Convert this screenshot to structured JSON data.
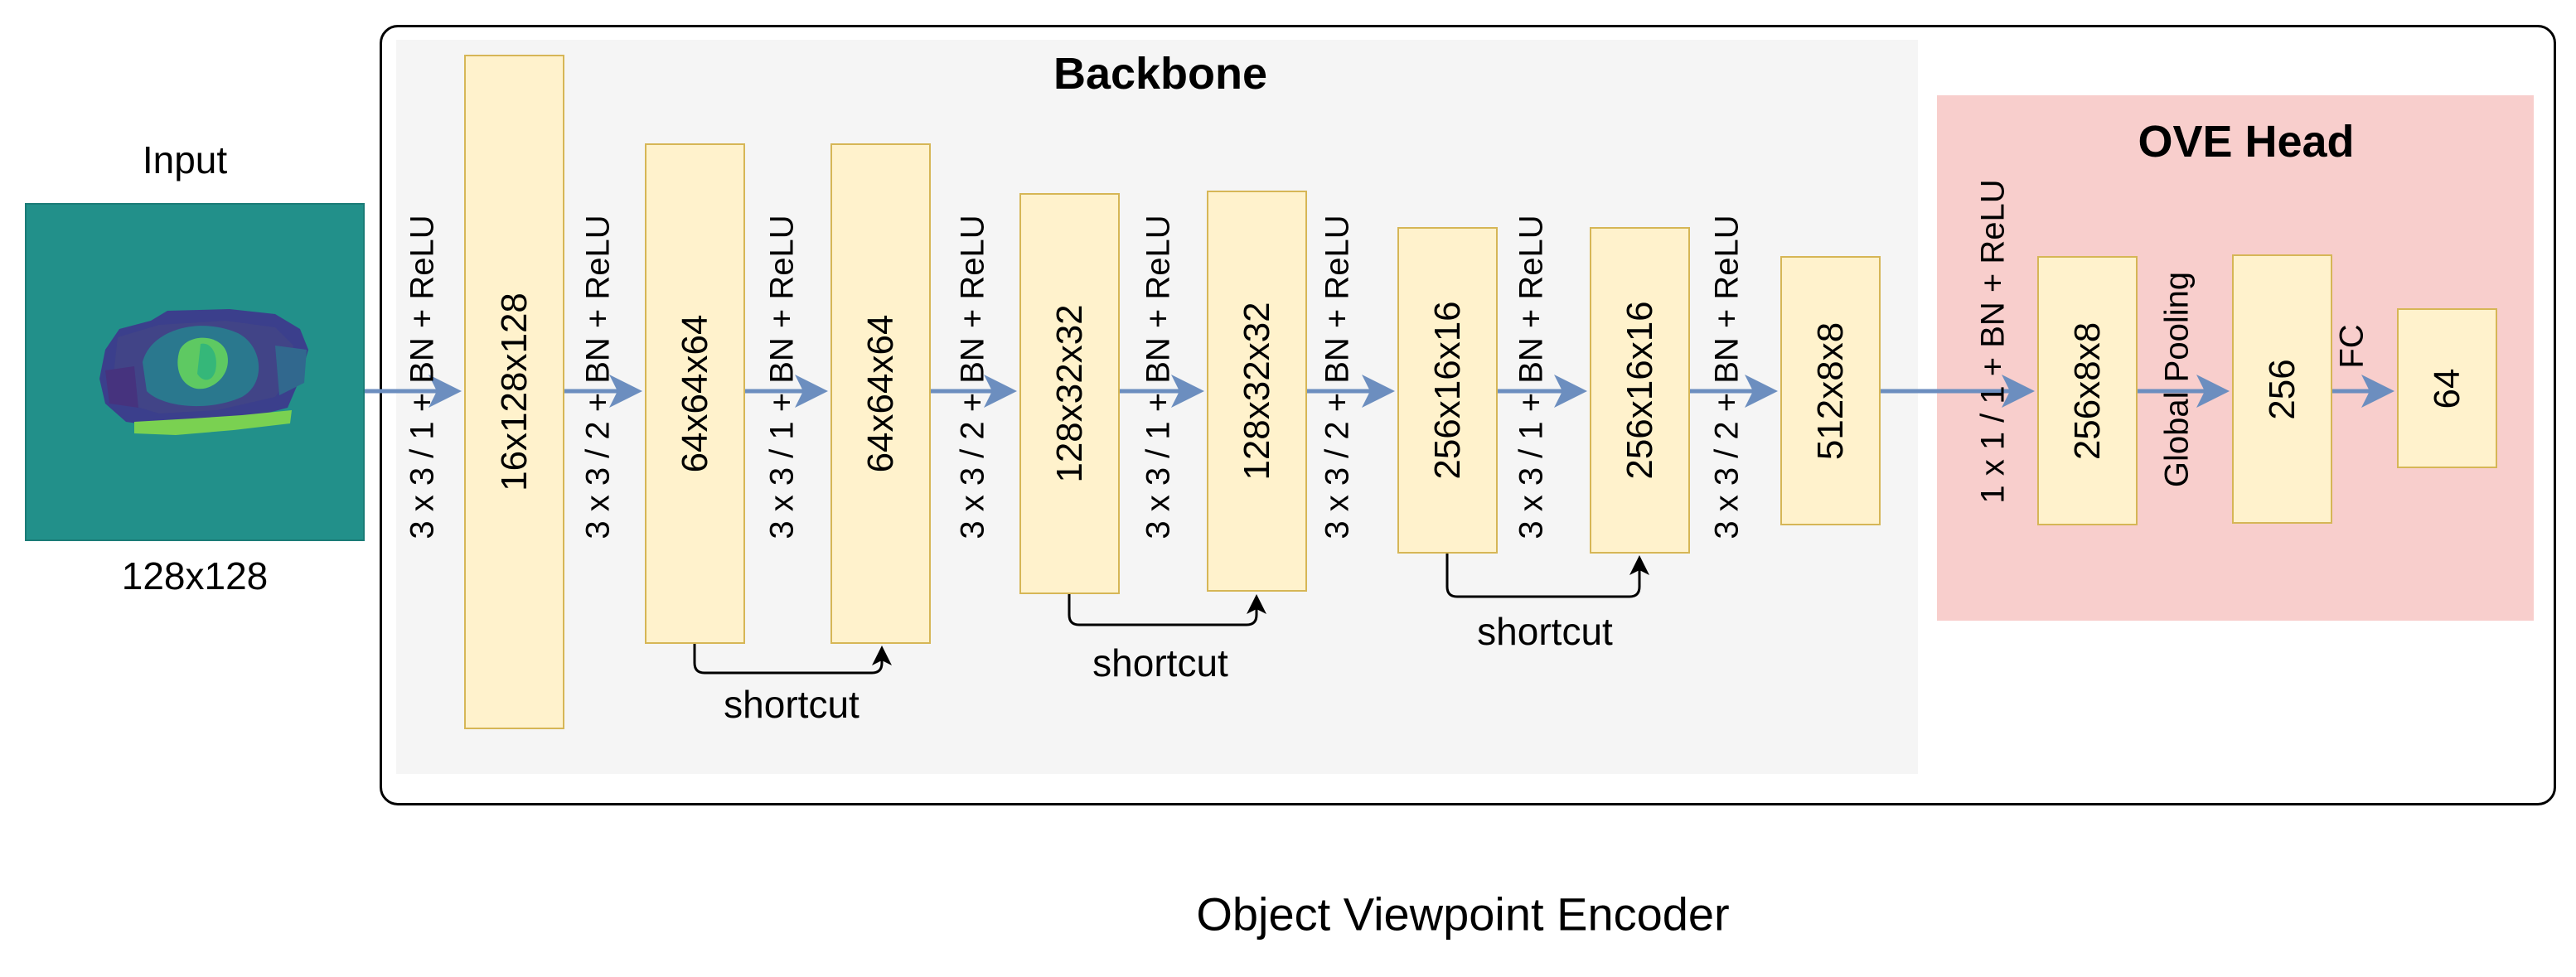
{
  "caption": "Object Viewpoint Encoder",
  "input": {
    "title": "Input",
    "size": "128x128"
  },
  "backbone": {
    "title": "Backbone",
    "blocks": [
      "16x128x128",
      "64x64x64",
      "64x64x64",
      "128x32x32",
      "128x32x32",
      "256x16x16",
      "256x16x16",
      "512x8x8"
    ],
    "ops": [
      "3 x 3 / 1 + BN + ReLU",
      "3 x 3 / 2 + BN + ReLU",
      "3 x 3 / 1 + BN + ReLU",
      "3 x 3 / 2 + BN + ReLU",
      "3 x 3 / 1 + BN + ReLU",
      "3 x 3 / 2 + BN + ReLU",
      "3 x 3 / 1 + BN + ReLU",
      "3 x 3 / 2 + BN + ReLU"
    ],
    "shortcut_label": "shortcut"
  },
  "head": {
    "title": "OVE Head",
    "blocks": [
      "256x8x8",
      "256",
      "64"
    ],
    "ops": [
      "1 x 1 / 1 + BN + ReLU",
      "Global Pooling",
      "FC"
    ]
  },
  "colors": {
    "block_fill": "#fff2cc",
    "block_border": "#d6b656",
    "arrow": "#6c8ebf",
    "backbone_bg": "#f5f5f5",
    "head_bg": "#f8cecc",
    "input_bg": "#22908a"
  }
}
